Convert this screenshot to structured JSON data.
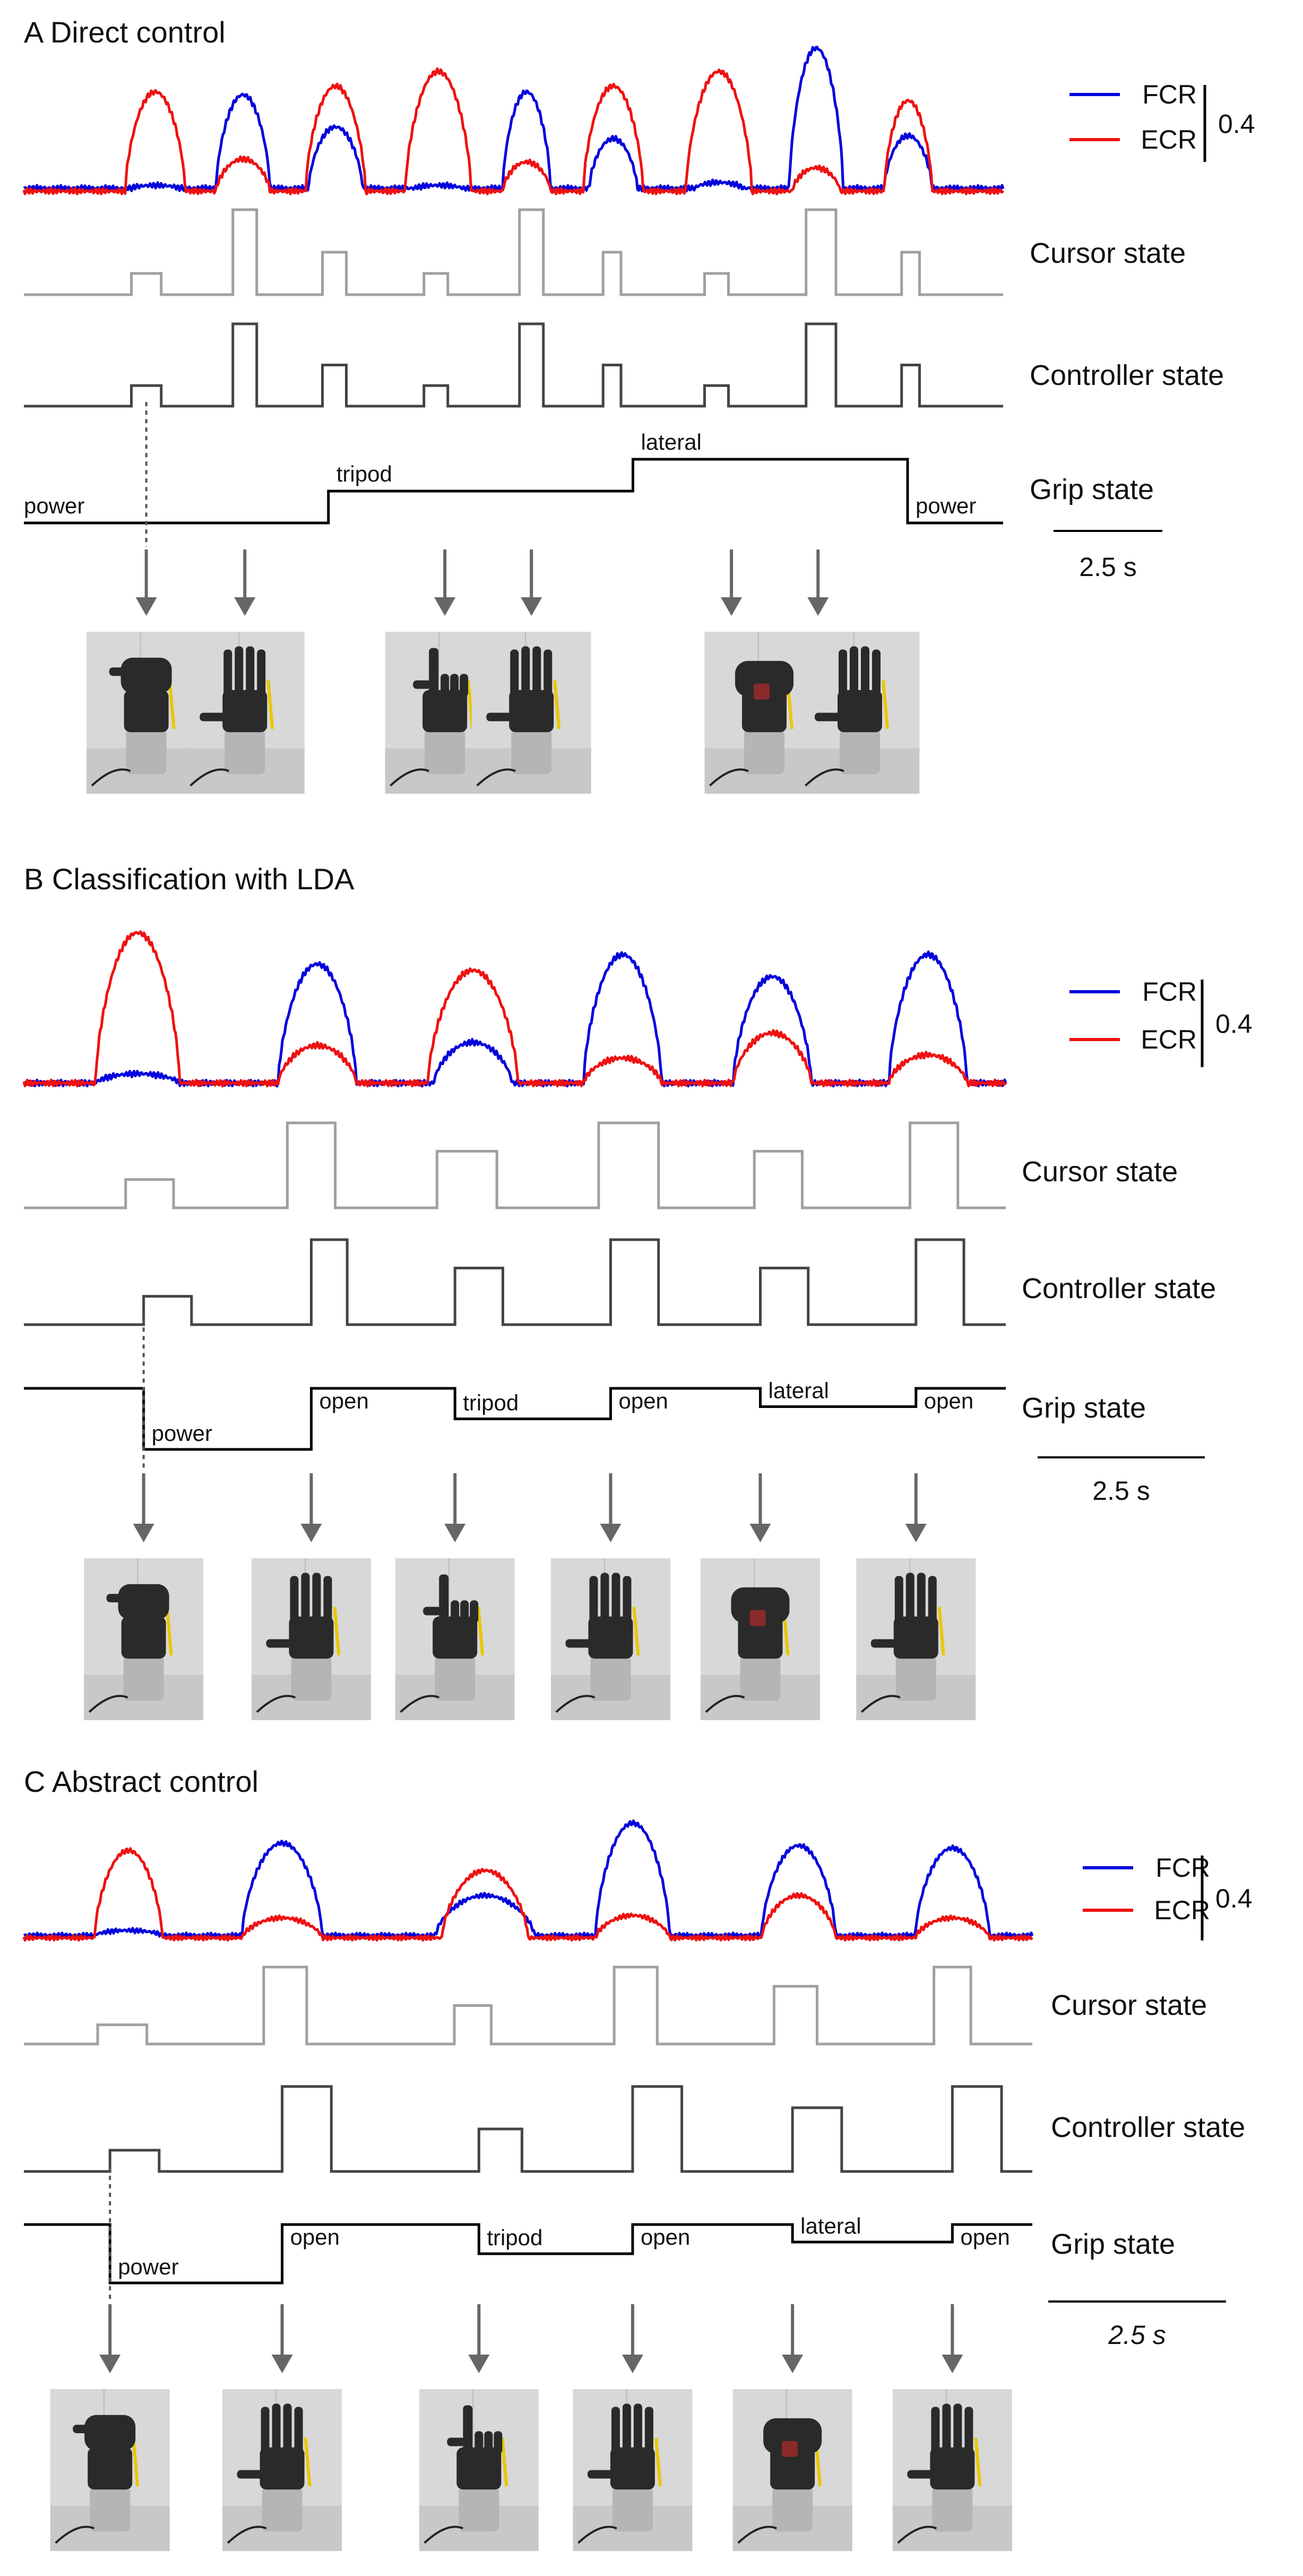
{
  "colors": {
    "fcr": "#0000dd",
    "ecr": "#ee1111",
    "cursor": "#a0a0a0",
    "controller": "#444444",
    "grip": "#000000",
    "arrow": "#666666",
    "photo_bg": "#d8d8d8",
    "hand": "#2a2a2a",
    "base": "#b5b5b5",
    "wire": "#e8c800"
  },
  "chart_data": [
    {
      "type": "line",
      "panel": "A",
      "title": "A  Direct control",
      "legend": [
        {
          "name": "FCR",
          "color": "#0000dd"
        },
        {
          "name": "ECR",
          "color": "#ee1111"
        }
      ],
      "legend_placement": "right",
      "scale_bar_amplitude": "0.4",
      "row_labels": [
        "Cursor state",
        "Controller state",
        "Grip state"
      ],
      "time_scale": "2.5 s",
      "x_range": [
        0,
        16.4
      ],
      "emg_ylim": [
        0,
        0.5
      ],
      "emg_series": [
        {
          "name": "FCR",
          "baseline": 0.01,
          "bursts": [
            [
              0,
              2.2,
              0.8,
              0.02
            ],
            [
              0,
              3.67,
              0.9,
              0.33
            ],
            [
              0,
              5.22,
              0.9,
              0.22
            ],
            [
              0,
              6.94,
              0.8,
              0.02
            ],
            [
              0,
              8.42,
              0.8,
              0.34
            ],
            [
              0,
              9.87,
              0.8,
              0.18
            ],
            [
              0,
              11.64,
              0.8,
              0.03
            ],
            [
              0,
              13.27,
              0.9,
              0.49
            ],
            [
              0,
              14.81,
              0.8,
              0.19
            ]
          ]
        },
        {
          "name": "ECR",
          "baseline": 0.0,
          "bursts": [
            [
              0,
              2.2,
              1.0,
              0.34
            ],
            [
              0,
              3.67,
              0.9,
              0.11
            ],
            [
              0,
              5.22,
              1.0,
              0.36
            ],
            [
              0,
              6.94,
              1.1,
              0.41
            ],
            [
              0,
              8.42,
              0.8,
              0.1
            ],
            [
              0,
              9.87,
              1.0,
              0.36
            ],
            [
              0,
              11.64,
              1.1,
              0.41
            ],
            [
              0,
              13.27,
              0.8,
              0.08
            ],
            [
              0,
              14.81,
              0.8,
              0.31
            ]
          ]
        }
      ],
      "cursor_levels": [
        [
          1.8,
          2.3,
          1
        ],
        [
          3.5,
          3.9,
          4
        ],
        [
          5.0,
          5.4,
          2
        ],
        [
          6.7,
          7.1,
          1
        ],
        [
          8.3,
          8.7,
          4
        ],
        [
          9.7,
          10.0,
          2
        ],
        [
          11.4,
          11.8,
          1
        ],
        [
          13.1,
          13.6,
          4
        ],
        [
          14.7,
          15.0,
          2
        ]
      ],
      "controller_levels": [
        [
          1.8,
          2.3,
          1
        ],
        [
          3.5,
          3.9,
          4
        ],
        [
          5.0,
          5.4,
          2
        ],
        [
          6.7,
          7.1,
          1
        ],
        [
          8.3,
          8.7,
          4
        ],
        [
          9.7,
          10.0,
          2
        ],
        [
          11.4,
          11.8,
          1
        ],
        [
          13.1,
          13.6,
          4
        ],
        [
          14.7,
          15.0,
          2
        ]
      ],
      "grip_segments": [
        [
          0,
          5.1,
          0,
          "power"
        ],
        [
          5.1,
          10.2,
          1,
          "tripod"
        ],
        [
          10.2,
          14.8,
          2,
          "lateral"
        ],
        [
          14.8,
          16.4,
          0,
          "power"
        ]
      ],
      "grip_levels_max": 2,
      "event_arrows": [
        2.05,
        3.7,
        7.05,
        8.5,
        11.85,
        13.3
      ],
      "dashed_marker": 2.05,
      "photo_centers": [
        2.05,
        3.7,
        7.05,
        8.5,
        12.4,
        14.0
      ],
      "photo_poses": [
        "power",
        "open",
        "tripod",
        "open",
        "lateral",
        "open"
      ]
    },
    {
      "type": "line",
      "panel": "B",
      "title": "B  Classification with LDA",
      "legend": [
        {
          "name": "FCR",
          "color": "#0000dd"
        },
        {
          "name": "ECR",
          "color": "#ee1111"
        }
      ],
      "legend_placement": "right",
      "scale_bar_amplitude": "0.4",
      "row_labels": [
        "Cursor state",
        "Controller state",
        "Grip state"
      ],
      "time_scale": "2.5 s",
      "x_range": [
        0,
        16.4
      ],
      "emg_ylim": [
        0,
        0.5
      ],
      "emg_series": [
        {
          "name": "FCR",
          "baseline": 0.0,
          "bursts": [
            [
              0,
              1.9,
              1.4,
              0.03
            ],
            [
              0,
              4.9,
              1.3,
              0.38
            ],
            [
              0,
              7.5,
              1.3,
              0.13
            ],
            [
              0,
              10.0,
              1.3,
              0.41
            ],
            [
              0,
              12.5,
              1.3,
              0.34
            ],
            [
              0,
              15.1,
              1.3,
              0.41
            ]
          ]
        },
        {
          "name": "ECR",
          "baseline": 0.0,
          "bursts": [
            [
              0,
              1.9,
              1.4,
              0.48
            ],
            [
              0,
              4.9,
              1.3,
              0.12
            ],
            [
              0,
              7.5,
              1.5,
              0.36
            ],
            [
              0,
              10.0,
              1.3,
              0.08
            ],
            [
              0,
              12.5,
              1.3,
              0.16
            ],
            [
              0,
              15.1,
              1.3,
              0.09
            ]
          ]
        }
      ],
      "cursor_levels": [
        [
          1.7,
          2.5,
          1
        ],
        [
          4.4,
          5.2,
          3
        ],
        [
          6.9,
          7.9,
          2
        ],
        [
          9.6,
          10.6,
          3
        ],
        [
          12.2,
          13.0,
          2
        ],
        [
          14.8,
          15.6,
          3
        ]
      ],
      "controller_levels": [
        [
          2.0,
          2.8,
          1
        ],
        [
          4.8,
          5.4,
          3
        ],
        [
          7.2,
          8.0,
          2
        ],
        [
          9.8,
          10.6,
          3
        ],
        [
          12.3,
          13.1,
          2
        ],
        [
          14.9,
          15.7,
          3
        ]
      ],
      "grip_segments": [
        [
          0,
          2.0,
          0,
          "open"
        ],
        [
          2.0,
          4.8,
          2,
          "power"
        ],
        [
          4.8,
          7.2,
          0,
          "open"
        ],
        [
          7.2,
          9.8,
          1,
          "tripod"
        ],
        [
          9.8,
          12.3,
          0,
          "open"
        ],
        [
          12.3,
          14.9,
          0.6,
          "lateral"
        ],
        [
          14.9,
          16.4,
          0,
          "open"
        ]
      ],
      "grip_segment_labels": [
        "",
        "power",
        "open",
        "tripod",
        "open",
        "lateral",
        "open"
      ],
      "grip_levels_max": 2,
      "event_arrows": [
        2.0,
        4.8,
        7.2,
        9.8,
        12.3,
        14.9
      ],
      "dashed_marker": 2.0,
      "photo_centers": [
        2.0,
        4.8,
        7.2,
        9.8,
        12.3,
        14.9
      ],
      "photo_poses": [
        "power",
        "open",
        "tripod",
        "open",
        "lateral",
        "open"
      ]
    },
    {
      "type": "line",
      "panel": "C",
      "title": "C  Abstract control",
      "legend": [
        {
          "name": "FCR",
          "color": "#0000dd"
        },
        {
          "name": "ECR",
          "color": "#ee1111"
        }
      ],
      "legend_placement": "right",
      "scale_bar_amplitude": "0.4",
      "row_labels": [
        "Cursor state",
        "Controller state",
        "Grip state"
      ],
      "time_scale": "2.5 s",
      "x_range": [
        0,
        16.4
      ],
      "emg_ylim": [
        0,
        0.5
      ],
      "emg_series": [
        {
          "name": "FCR",
          "baseline": 0.01,
          "bursts": [
            [
              0,
              1.7,
              1.1,
              0.03
            ],
            [
              0,
              4.2,
              1.3,
              0.38
            ],
            [
              0,
              7.5,
              1.6,
              0.17
            ],
            [
              0,
              9.9,
              1.2,
              0.46
            ],
            [
              0,
              12.6,
              1.2,
              0.37
            ],
            [
              0,
              15.1,
              1.2,
              0.36
            ]
          ]
        },
        {
          "name": "ECR",
          "baseline": 0.0,
          "bursts": [
            [
              0,
              1.7,
              1.1,
              0.35
            ],
            [
              0,
              4.2,
              1.3,
              0.08
            ],
            [
              0,
              7.5,
              1.4,
              0.27
            ],
            [
              0,
              9.9,
              1.2,
              0.09
            ],
            [
              0,
              12.6,
              1.2,
              0.17
            ],
            [
              0,
              15.1,
              1.2,
              0.08
            ]
          ]
        }
      ],
      "cursor_levels": [
        [
          1.2,
          2.0,
          1
        ],
        [
          3.9,
          4.6,
          4
        ],
        [
          7.0,
          7.6,
          2
        ],
        [
          9.6,
          10.3,
          4
        ],
        [
          12.2,
          12.9,
          3
        ],
        [
          14.8,
          15.4,
          4
        ]
      ],
      "controller_levels": [
        [
          1.4,
          2.2,
          1
        ],
        [
          4.2,
          5.0,
          4
        ],
        [
          7.4,
          8.1,
          2
        ],
        [
          9.9,
          10.7,
          4
        ],
        [
          12.5,
          13.3,
          3
        ],
        [
          15.1,
          15.9,
          4
        ]
      ],
      "grip_segments": [
        [
          0,
          1.4,
          0,
          "open"
        ],
        [
          1.4,
          4.2,
          2,
          "power"
        ],
        [
          4.2,
          7.4,
          0,
          "open"
        ],
        [
          7.4,
          9.9,
          1,
          "tripod"
        ],
        [
          9.9,
          12.5,
          0,
          "open"
        ],
        [
          12.5,
          15.1,
          0.6,
          "lateral"
        ],
        [
          15.1,
          16.4,
          0,
          "open"
        ]
      ],
      "grip_segment_labels": [
        "",
        "power",
        "open",
        "tripod",
        "open",
        "lateral",
        "open"
      ],
      "grip_levels_max": 2,
      "event_arrows": [
        1.4,
        4.2,
        7.4,
        9.9,
        12.5,
        15.1
      ],
      "dashed_marker": 1.4,
      "photo_centers": [
        1.4,
        4.2,
        7.4,
        9.9,
        12.5,
        15.1
      ],
      "photo_poses": [
        "power",
        "open",
        "tripod",
        "open",
        "lateral",
        "open"
      ]
    }
  ]
}
